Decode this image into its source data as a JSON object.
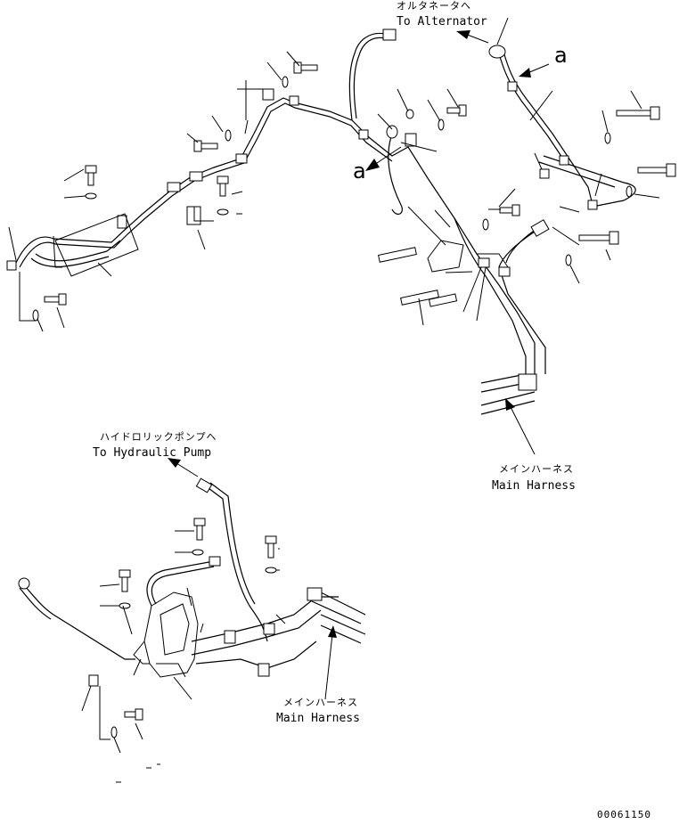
{
  "labels": {
    "alternator_jp": "オルタネータへ",
    "alternator_en": "To Alternator",
    "hydraulic_jp": "ハイドロリックポンプへ",
    "hydraulic_en": "To Hydraulic Pump",
    "main_harness_top_jp": "メインハーネス",
    "main_harness_top_en": "Main Harness",
    "main_harness_bottom_jp": "メインハーネス",
    "main_harness_bottom_en": "Main Harness",
    "view_a_right": "a",
    "view_a_left": "a",
    "drawing_code": "00061150"
  }
}
